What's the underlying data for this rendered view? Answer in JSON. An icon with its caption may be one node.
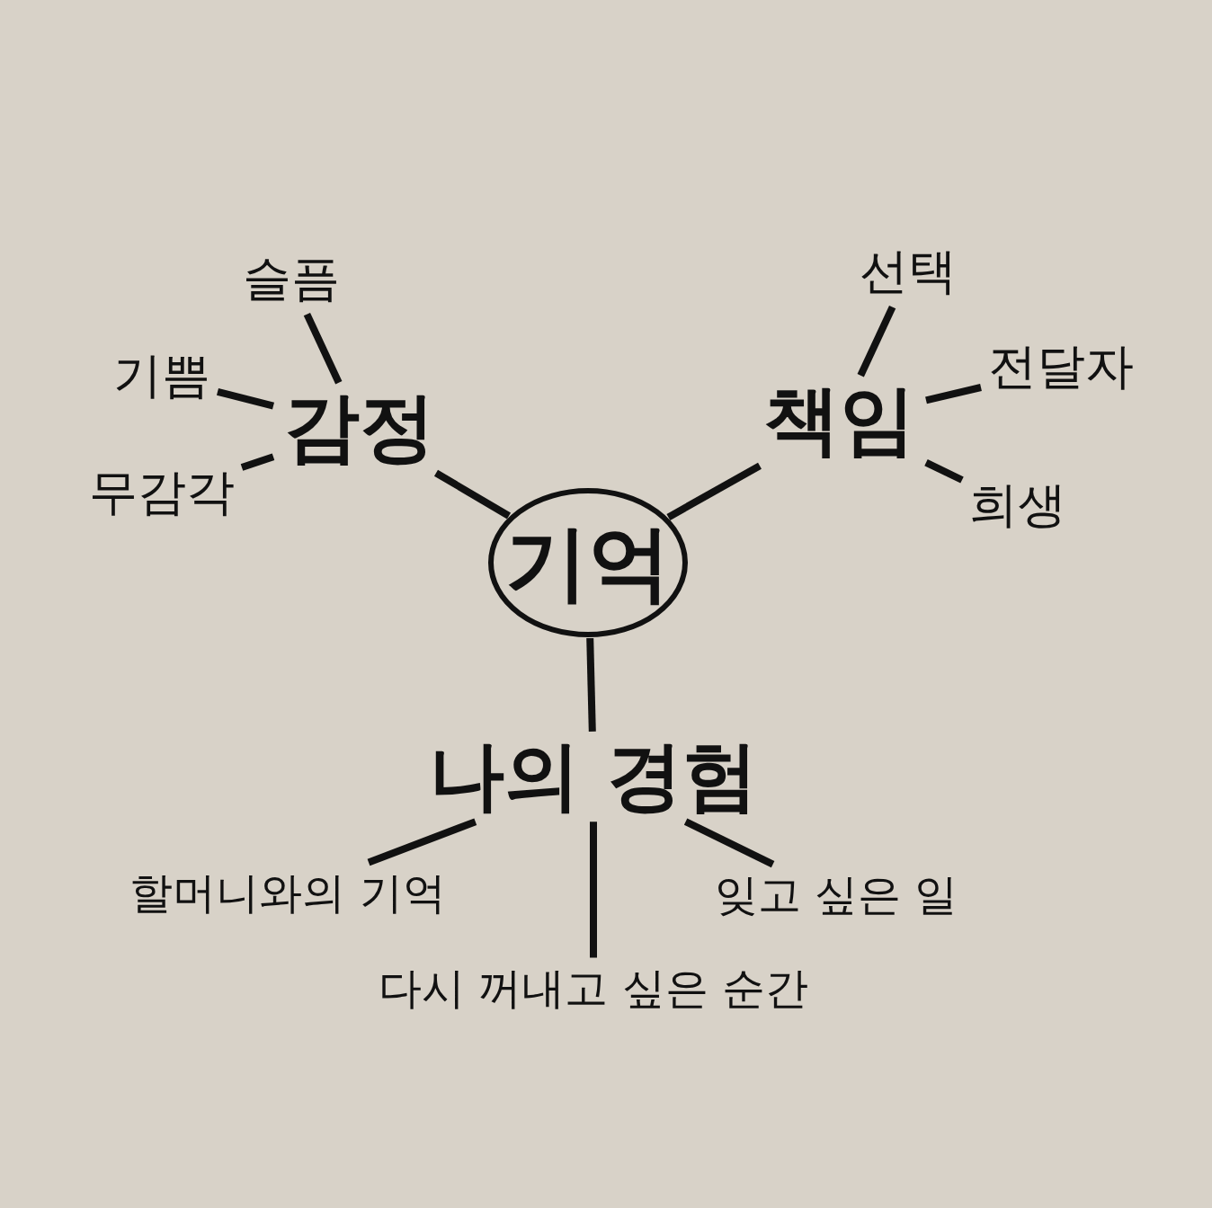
{
  "diagram": {
    "nodes": [
      {
        "text": [
          "기억"
        ]
      },
      {
        "text": [
          "감정"
        ]
      },
      {
        "text": [
          "책임"
        ]
      },
      {
        "text": [
          "나의 경험"
        ]
      },
      {
        "text": [
          "슬픔"
        ]
      },
      {
        "text": [
          "기쁨"
        ]
      },
      {
        "text": [
          "무감각"
        ]
      },
      {
        "text": [
          "선택"
        ]
      },
      {
        "text": [
          "전달자"
        ]
      },
      {
        "text": [
          "희생"
        ]
      },
      {
        "text": [
          "할머니와의 기억"
        ]
      },
      {
        "text": [
          "다시 꺼내고 싶은 순간"
        ]
      },
      {
        "text": [
          "잊고 싶은 일"
        ]
      }
    ],
    "edges": [
      {
        "from": 0,
        "to": 1,
        "arrow": "none"
      },
      {
        "from": 0,
        "to": 2,
        "arrow": "none"
      },
      {
        "from": 0,
        "to": 3,
        "arrow": "none"
      },
      {
        "from": 1,
        "to": 4,
        "arrow": "none"
      },
      {
        "from": 1,
        "to": 5,
        "arrow": "none"
      },
      {
        "from": 1,
        "to": 6,
        "arrow": "none"
      },
      {
        "from": 2,
        "to": 7,
        "arrow": "none"
      },
      {
        "from": 2,
        "to": 8,
        "arrow": "none"
      },
      {
        "from": 2,
        "to": 9,
        "arrow": "none"
      },
      {
        "from": 3,
        "to": 10,
        "arrow": "none"
      },
      {
        "from": 3,
        "to": 11,
        "arrow": "none"
      },
      {
        "from": 3,
        "to": 12,
        "arrow": "none"
      }
    ]
  }
}
